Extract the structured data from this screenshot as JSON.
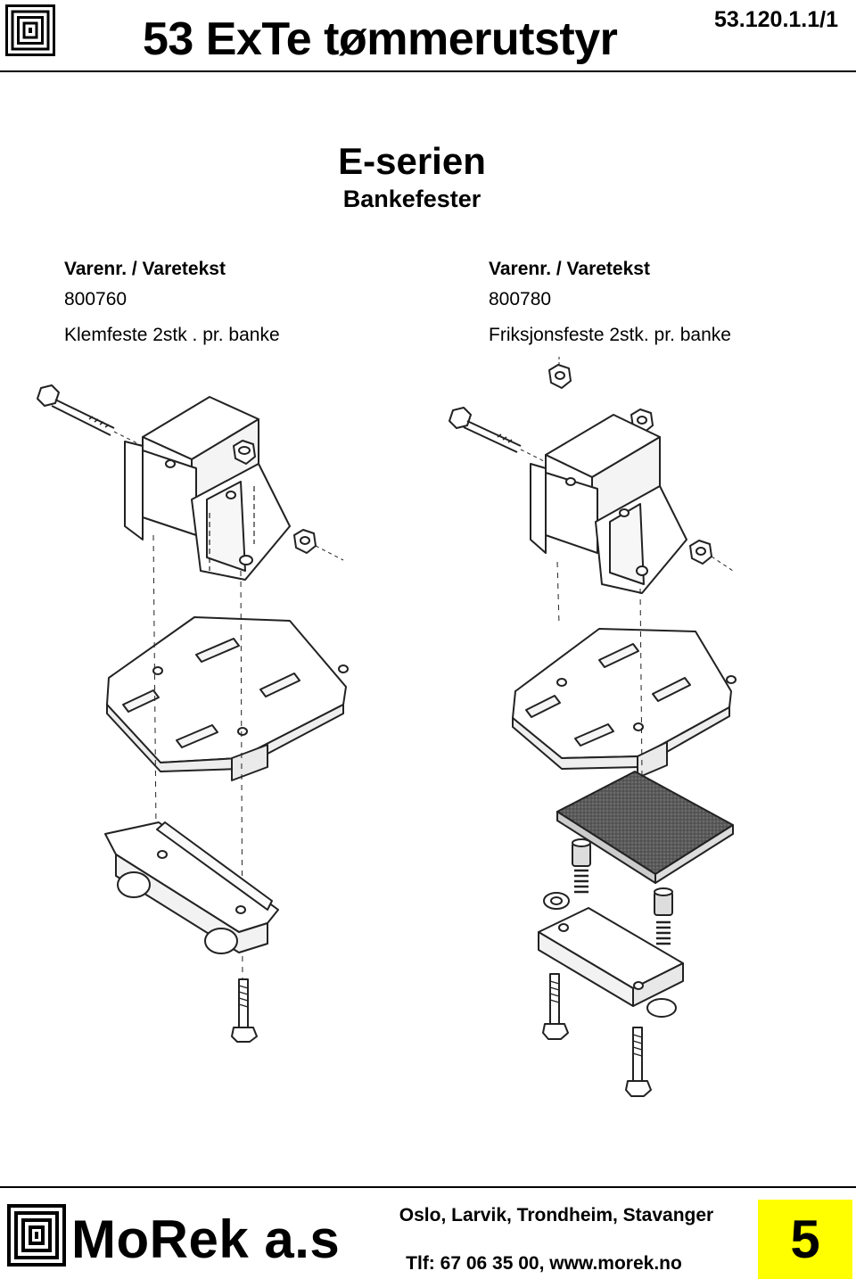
{
  "header": {
    "title": "53 ExTe tømmerutstyr",
    "doc_number": "53.120.1.1/1"
  },
  "series": {
    "title": "E-serien",
    "subtitle": "Bankefester"
  },
  "products": [
    {
      "label": "Varenr. / Varetekst",
      "number": "800760",
      "description": "Klemfeste 2stk . pr. banke"
    },
    {
      "label": "Varenr. / Varetekst",
      "number": "800780",
      "description": "Friksjonsfeste 2stk. pr. banke"
    }
  ],
  "footer": {
    "brand": "MoRek a.s",
    "cities": "Oslo, Larvik, Trondheim, Stavanger",
    "contact": "Tlf: 67 06 35 00, www.morek.no",
    "page_number": "5"
  },
  "colors": {
    "page_box": "#ffff00",
    "friction_pad": "#6a6a6a"
  }
}
